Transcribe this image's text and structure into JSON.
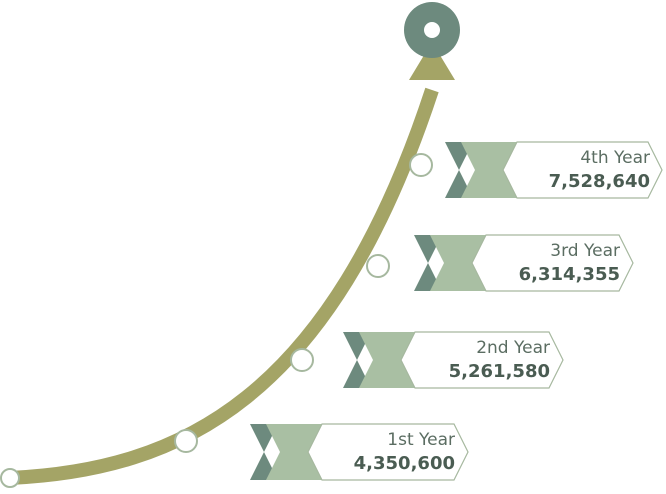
{
  "colors": {
    "curve": "#a4a466",
    "curve_dark": "#8f8f55",
    "node_fill": "#ffffff",
    "node_stroke": "#a6b89f",
    "goal": "#6d8a7e",
    "chevron_dark": "#6d8a7e",
    "chevron_light": "#a9bfa3",
    "banner_border": "#a6b89f",
    "text_label": "#5b6d62",
    "text_value": "#4a5c52"
  },
  "milestones": [
    {
      "label": "1st Year",
      "value": "4,350,600"
    },
    {
      "label": "2nd Year",
      "value": "5,261,580"
    },
    {
      "label": "3rd Year",
      "value": "6,314,355"
    },
    {
      "label": "4th Year",
      "value": "7,528,640"
    }
  ],
  "icons": {
    "goal": "target-ring-icon",
    "arrow": "arrow-head-icon"
  }
}
